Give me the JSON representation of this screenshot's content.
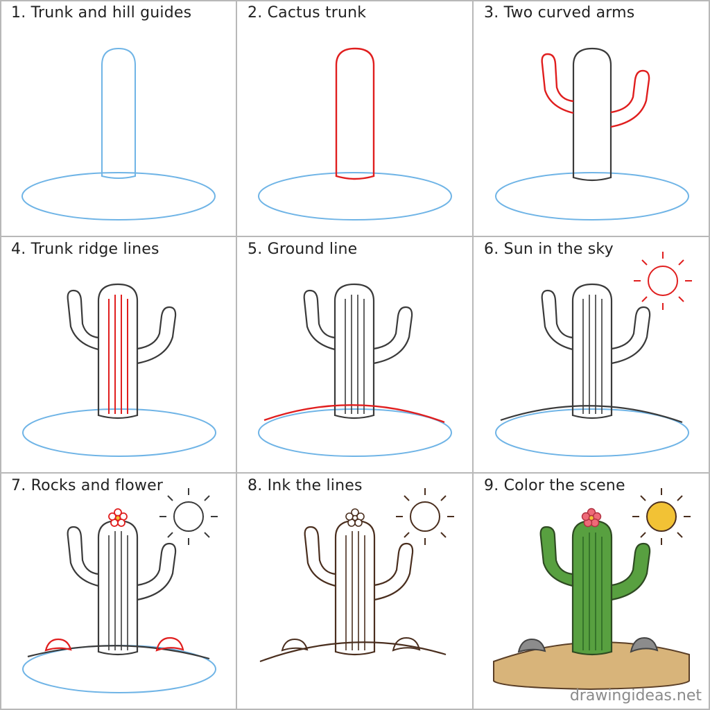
{
  "steps": [
    {
      "label": "1. Trunk and hill guides"
    },
    {
      "label": "2. Cactus trunk"
    },
    {
      "label": "3. Two curved arms"
    },
    {
      "label": "4. Trunk ridge lines"
    },
    {
      "label": "5. Ground line"
    },
    {
      "label": "6. Sun in the sky"
    },
    {
      "label": "7. Rocks and flower"
    },
    {
      "label": "8. Ink the lines"
    },
    {
      "label": "9. Color the scene"
    }
  ],
  "watermark": "drawingideas.net",
  "colors": {
    "guide_blue": "#6fb4e6",
    "new_red": "#e01e1e",
    "line_gray": "#3a3a3a",
    "ink_brown": "#4a2e1e",
    "cactus_green": "#58a040",
    "sand": "#d8b47a",
    "sun_yellow": "#f2c235",
    "rock_gray": "#8c8c8c",
    "flower_pink": "#ee6a78",
    "grid_line": "#b8b8b8"
  },
  "icons": [
    "cactus-icon",
    "sun-icon",
    "flower-icon",
    "rock-icon",
    "hill-icon"
  ]
}
